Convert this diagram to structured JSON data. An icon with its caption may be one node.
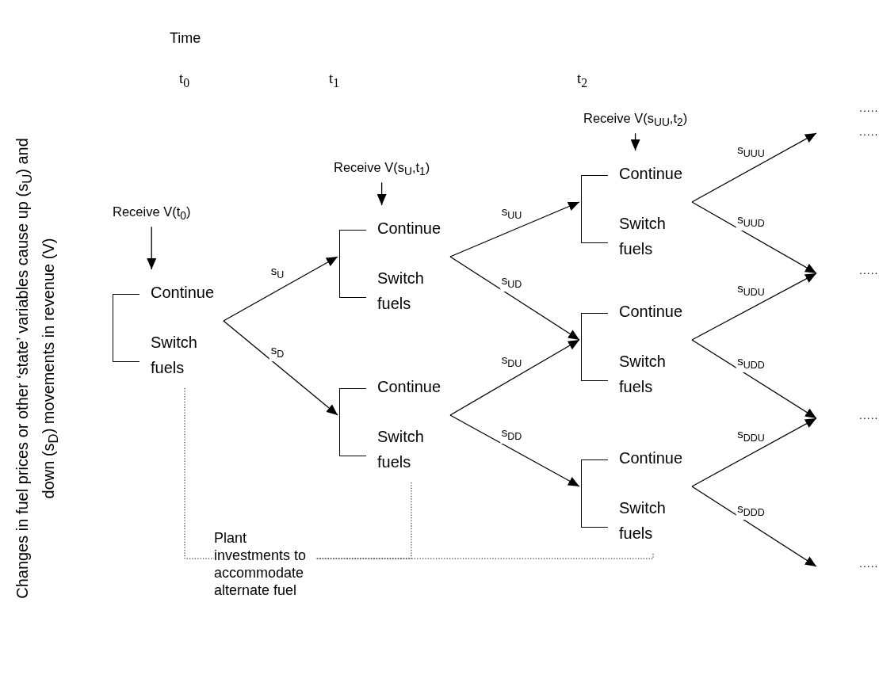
{
  "diagram": {
    "nodes": [
      {
        "text": [
          "Receive V(t$_{0}$)"
        ]
      },
      {
        "text": [
          "Continue",
          "Switch fuels"
        ]
      },
      {
        "text": [
          "Receive V(s$_{U}$,t$_{1}$)"
        ]
      },
      {
        "text": [
          "Continue",
          "Switch fuels"
        ]
      },
      {
        "text": [
          "Continue",
          "Switch fuels"
        ]
      },
      {
        "text": [
          "Receive V(s$_{UU}$,t$_{2}$)"
        ]
      },
      {
        "text": [
          "Continue",
          "Switch fuels"
        ]
      },
      {
        "text": [
          "Continue",
          "Switch fuels"
        ]
      },
      {
        "text": [
          "Continue",
          "Switch fuels"
        ]
      },
      {
        "text": [
          "Plant investments to accommodate alternate fuel"
        ]
      }
    ],
    "edges": [
      {
        "from": 0,
        "to": 1,
        "arrow": "to"
      },
      {
        "from": 1,
        "to": 3,
        "arrow": "to",
        "label": "s$_{U}$"
      },
      {
        "from": 1,
        "to": 4,
        "arrow": "to",
        "label": "s$_{D}$"
      },
      {
        "from": 2,
        "to": 3,
        "arrow": "to"
      },
      {
        "from": 3,
        "to": 6,
        "arrow": "to",
        "label": "s$_{UU}$"
      },
      {
        "from": 3,
        "to": 7,
        "arrow": "to",
        "label": "s$_{UD}$"
      },
      {
        "from": 4,
        "to": 7,
        "arrow": "to",
        "label": "s$_{DU}$"
      },
      {
        "from": 4,
        "to": 8,
        "arrow": "to",
        "label": "s$_{DD}$"
      },
      {
        "from": 5,
        "to": 6,
        "arrow": "to"
      },
      {
        "from": 6,
        "to": null,
        "arrow": "to",
        "label": "s$_{UUU}$"
      },
      {
        "from": 6,
        "to": null,
        "arrow": "to",
        "label": "s$_{UUD}$"
      },
      {
        "from": 7,
        "to": null,
        "arrow": "to",
        "label": "s$_{UDU}$"
      },
      {
        "from": 7,
        "to": null,
        "arrow": "to",
        "label": "s$_{UDD}$"
      },
      {
        "from": 8,
        "to": null,
        "arrow": "to",
        "label": "s$_{DDU}$"
      },
      {
        "from": 8,
        "to": null,
        "arrow": "to",
        "label": "s$_{DDD}$"
      },
      {
        "from": 1,
        "to": 9,
        "arrow": "none",
        "style": "dashed"
      },
      {
        "from": 4,
        "to": 9,
        "arrow": "none",
        "style": "dashed"
      },
      {
        "from": 8,
        "to": 9,
        "arrow": "none",
        "style": "dashed"
      }
    ],
    "labels": [
      "Time",
      "t$_{0}$",
      "t$_{1}$",
      "t$_{2}$",
      ".....",
      ".....",
      ".....",
      ".....",
      ".....",
      "Changes in fuel prices or other  ‘state’ variables cause up (s$_{U}$) and down (s$_{D}$) movements in revenue (V)"
    ]
  }
}
